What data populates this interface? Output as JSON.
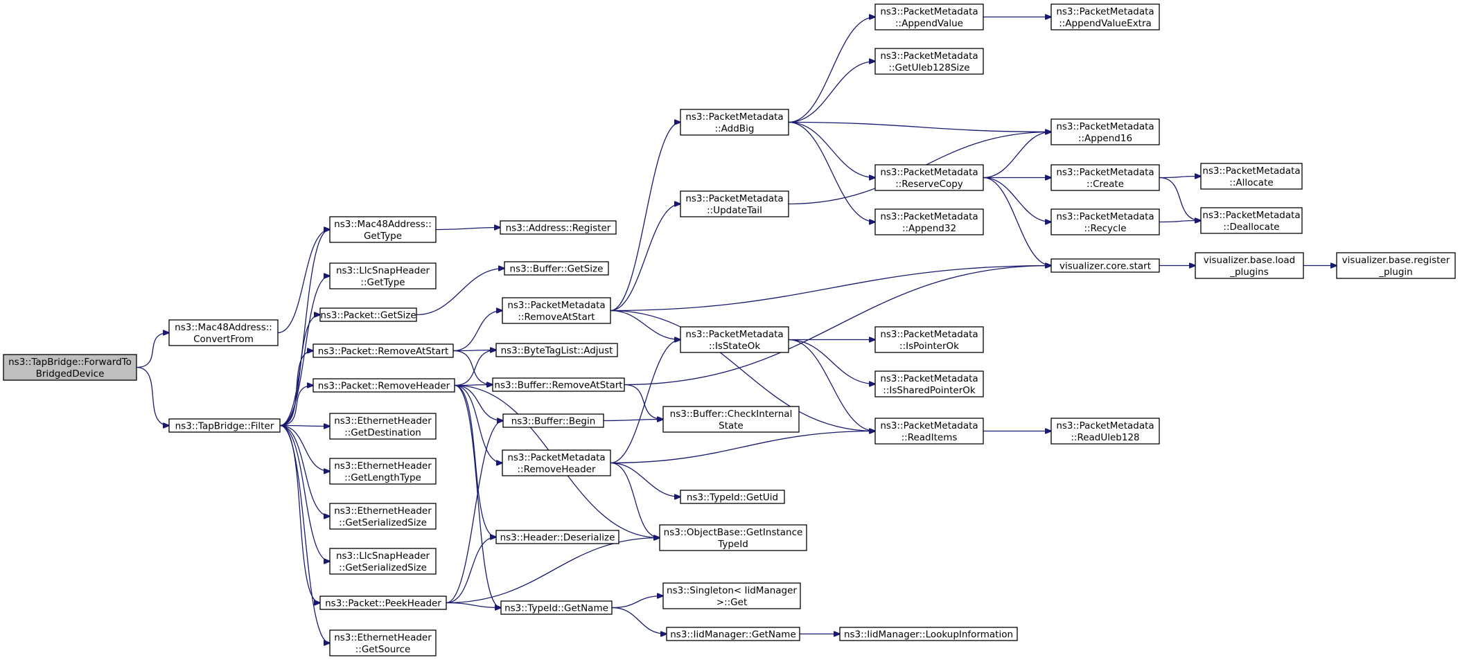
{
  "nodes": [
    {
      "id": "forward",
      "lines": [
        "ns3::TapBridge::ForwardTo",
        "BridgedDevice"
      ],
      "root": true
    },
    {
      "id": "convert",
      "lines": [
        "ns3::Mac48Address::",
        "ConvertFrom"
      ]
    },
    {
      "id": "filter",
      "lines": [
        "ns3::TapBridge::Filter"
      ]
    },
    {
      "id": "mac_gettype",
      "lines": [
        "ns3::Mac48Address::",
        "GetType"
      ]
    },
    {
      "id": "addr_register",
      "lines": [
        "ns3::Address::Register"
      ]
    },
    {
      "id": "llc_gettype",
      "lines": [
        "ns3::LlcSnapHeader",
        "::GetType"
      ]
    },
    {
      "id": "pkt_getsize",
      "lines": [
        "ns3::Packet::GetSize"
      ]
    },
    {
      "id": "buf_getsize",
      "lines": [
        "ns3::Buffer::GetSize"
      ]
    },
    {
      "id": "pkt_removeatstart",
      "lines": [
        "ns3::Packet::RemoveAtStart"
      ]
    },
    {
      "id": "pkt_removeheader",
      "lines": [
        "ns3::Packet::RemoveHeader"
      ]
    },
    {
      "id": "eth_getdest",
      "lines": [
        "ns3::EthernetHeader",
        "::GetDestination"
      ]
    },
    {
      "id": "eth_getlentype",
      "lines": [
        "ns3::EthernetHeader",
        "::GetLengthType"
      ]
    },
    {
      "id": "eth_getsersize",
      "lines": [
        "ns3::EthernetHeader",
        "::GetSerializedSize"
      ]
    },
    {
      "id": "llc_getsersize",
      "lines": [
        "ns3::LlcSnapHeader",
        "::GetSerializedSize"
      ]
    },
    {
      "id": "pkt_peekheader",
      "lines": [
        "ns3::Packet::PeekHeader"
      ]
    },
    {
      "id": "eth_getsource",
      "lines": [
        "ns3::EthernetHeader",
        "::GetSource"
      ]
    },
    {
      "id": "pm_removeatstart",
      "lines": [
        "ns3::PacketMetadata",
        "::RemoveAtStart"
      ]
    },
    {
      "id": "bytetag_adjust",
      "lines": [
        "ns3::ByteTagList::Adjust"
      ]
    },
    {
      "id": "buf_removeatstart",
      "lines": [
        "ns3::Buffer::RemoveAtStart"
      ]
    },
    {
      "id": "buf_begin",
      "lines": [
        "ns3::Buffer::Begin"
      ]
    },
    {
      "id": "pm_removeheader",
      "lines": [
        "ns3::PacketMetadata",
        "::RemoveHeader"
      ]
    },
    {
      "id": "hdr_deserialize",
      "lines": [
        "ns3::Header::Deserialize"
      ]
    },
    {
      "id": "typeid_getname",
      "lines": [
        "ns3::TypeId::GetName"
      ]
    },
    {
      "id": "pm_addbig",
      "lines": [
        "ns3::PacketMetadata",
        "::AddBig"
      ]
    },
    {
      "id": "pm_updatetail",
      "lines": [
        "ns3::PacketMetadata",
        "::UpdateTail"
      ]
    },
    {
      "id": "pm_isstateok",
      "lines": [
        "ns3::PacketMetadata",
        "::IsStateOk"
      ]
    },
    {
      "id": "buf_checkinternal",
      "lines": [
        "ns3::Buffer::CheckInternal",
        "State"
      ]
    },
    {
      "id": "typeid_getuid",
      "lines": [
        "ns3::TypeId::GetUid"
      ]
    },
    {
      "id": "objbase_getinst",
      "lines": [
        "ns3::ObjectBase::GetInstance",
        "TypeId"
      ]
    },
    {
      "id": "singleton_get",
      "lines": [
        "ns3::Singleton< IidManager",
        ">::Get"
      ]
    },
    {
      "id": "iid_getname",
      "lines": [
        "ns3::IidManager::GetName"
      ]
    },
    {
      "id": "iid_lookup",
      "lines": [
        "ns3::IidManager::LookupInformation"
      ]
    },
    {
      "id": "pm_appendvalue",
      "lines": [
        "ns3::PacketMetadata",
        "::AppendValue"
      ]
    },
    {
      "id": "pm_getuleb",
      "lines": [
        "ns3::PacketMetadata",
        "::GetUleb128Size"
      ]
    },
    {
      "id": "pm_reservecopy",
      "lines": [
        "ns3::PacketMetadata",
        "::ReserveCopy"
      ]
    },
    {
      "id": "pm_append32",
      "lines": [
        "ns3::PacketMetadata",
        "::Append32"
      ]
    },
    {
      "id": "pm_ispointerok",
      "lines": [
        "ns3::PacketMetadata",
        "::IsPointerOk"
      ]
    },
    {
      "id": "pm_issharedptrok",
      "lines": [
        "ns3::PacketMetadata",
        "::IsSharedPointerOk"
      ]
    },
    {
      "id": "pm_readitems",
      "lines": [
        "ns3::PacketMetadata",
        "::ReadItems"
      ]
    },
    {
      "id": "pm_appendvalueextra",
      "lines": [
        "ns3::PacketMetadata",
        "::AppendValueExtra"
      ]
    },
    {
      "id": "pm_append16",
      "lines": [
        "ns3::PacketMetadata",
        "::Append16"
      ]
    },
    {
      "id": "pm_create",
      "lines": [
        "ns3::PacketMetadata",
        "::Create"
      ]
    },
    {
      "id": "pm_recycle",
      "lines": [
        "ns3::PacketMetadata",
        "::Recycle"
      ]
    },
    {
      "id": "vis_core_start",
      "lines": [
        "visualizer.core.start"
      ]
    },
    {
      "id": "pm_readuleb",
      "lines": [
        "ns3::PacketMetadata",
        "::ReadUleb128"
      ]
    },
    {
      "id": "pm_allocate",
      "lines": [
        "ns3::PacketMetadata",
        "::Allocate"
      ]
    },
    {
      "id": "pm_deallocate",
      "lines": [
        "ns3::PacketMetadata",
        "::Deallocate"
      ]
    },
    {
      "id": "vis_base_load",
      "lines": [
        "visualizer.base.load",
        "_plugins"
      ]
    },
    {
      "id": "vis_base_register",
      "lines": [
        "visualizer.base.register",
        "_plugin"
      ]
    }
  ],
  "edges": [
    [
      "forward",
      "convert"
    ],
    [
      "forward",
      "filter"
    ],
    [
      "convert",
      "mac_gettype"
    ],
    [
      "mac_gettype",
      "addr_register"
    ],
    [
      "filter",
      "mac_gettype"
    ],
    [
      "filter",
      "llc_gettype"
    ],
    [
      "filter",
      "pkt_getsize"
    ],
    [
      "filter",
      "pkt_removeatstart"
    ],
    [
      "filter",
      "pkt_removeheader"
    ],
    [
      "filter",
      "eth_getdest"
    ],
    [
      "filter",
      "eth_getlentype"
    ],
    [
      "filter",
      "eth_getsersize"
    ],
    [
      "filter",
      "llc_getsersize"
    ],
    [
      "filter",
      "pkt_peekheader"
    ],
    [
      "filter",
      "eth_getsource"
    ],
    [
      "pkt_getsize",
      "buf_getsize"
    ],
    [
      "pkt_removeatstart",
      "pm_removeatstart"
    ],
    [
      "pkt_removeatstart",
      "bytetag_adjust"
    ],
    [
      "pkt_removeatstart",
      "buf_removeatstart"
    ],
    [
      "pkt_removeheader",
      "bytetag_adjust"
    ],
    [
      "pkt_removeheader",
      "buf_removeatstart"
    ],
    [
      "pkt_removeheader",
      "buf_begin"
    ],
    [
      "pkt_removeheader",
      "pm_removeheader"
    ],
    [
      "pkt_removeheader",
      "hdr_deserialize"
    ],
    [
      "pkt_removeheader",
      "typeid_getname"
    ],
    [
      "pkt_removeheader",
      "objbase_getinst"
    ],
    [
      "pkt_peekheader",
      "buf_begin"
    ],
    [
      "pkt_peekheader",
      "hdr_deserialize"
    ],
    [
      "pkt_peekheader",
      "typeid_getname"
    ],
    [
      "pkt_peekheader",
      "objbase_getinst"
    ],
    [
      "pm_removeatstart",
      "pm_addbig"
    ],
    [
      "pm_removeatstart",
      "pm_updatetail"
    ],
    [
      "pm_removeatstart",
      "pm_isstateok"
    ],
    [
      "pm_removeatstart",
      "pm_readitems"
    ],
    [
      "pm_removeatstart",
      "vis_core_start"
    ],
    [
      "buf_removeatstart",
      "buf_checkinternal"
    ],
    [
      "buf_removeatstart",
      "vis_core_start"
    ],
    [
      "buf_begin",
      "buf_checkinternal"
    ],
    [
      "pm_removeheader",
      "pm_isstateok"
    ],
    [
      "pm_removeheader",
      "pm_readitems"
    ],
    [
      "pm_removeheader",
      "typeid_getuid"
    ],
    [
      "pm_removeheader",
      "objbase_getinst"
    ],
    [
      "typeid_getname",
      "singleton_get"
    ],
    [
      "typeid_getname",
      "iid_getname"
    ],
    [
      "iid_getname",
      "iid_lookup"
    ],
    [
      "pm_addbig",
      "pm_appendvalue"
    ],
    [
      "pm_addbig",
      "pm_getuleb"
    ],
    [
      "pm_addbig",
      "pm_append16"
    ],
    [
      "pm_addbig",
      "pm_reservecopy"
    ],
    [
      "pm_addbig",
      "pm_append32"
    ],
    [
      "pm_updatetail",
      "pm_append16"
    ],
    [
      "pm_isstateok",
      "pm_ispointerok"
    ],
    [
      "pm_isstateok",
      "pm_issharedptrok"
    ],
    [
      "pm_isstateok",
      "pm_readitems"
    ],
    [
      "pm_appendvalue",
      "pm_appendvalueextra"
    ],
    [
      "pm_reservecopy",
      "pm_append16"
    ],
    [
      "pm_reservecopy",
      "pm_create"
    ],
    [
      "pm_reservecopy",
      "pm_recycle"
    ],
    [
      "pm_reservecopy",
      "vis_core_start"
    ],
    [
      "pm_readitems",
      "pm_readuleb"
    ],
    [
      "pm_create",
      "pm_allocate"
    ],
    [
      "pm_create",
      "pm_deallocate"
    ],
    [
      "pm_recycle",
      "pm_deallocate"
    ],
    [
      "vis_core_start",
      "vis_base_load"
    ],
    [
      "vis_base_load",
      "vis_base_register"
    ]
  ]
}
